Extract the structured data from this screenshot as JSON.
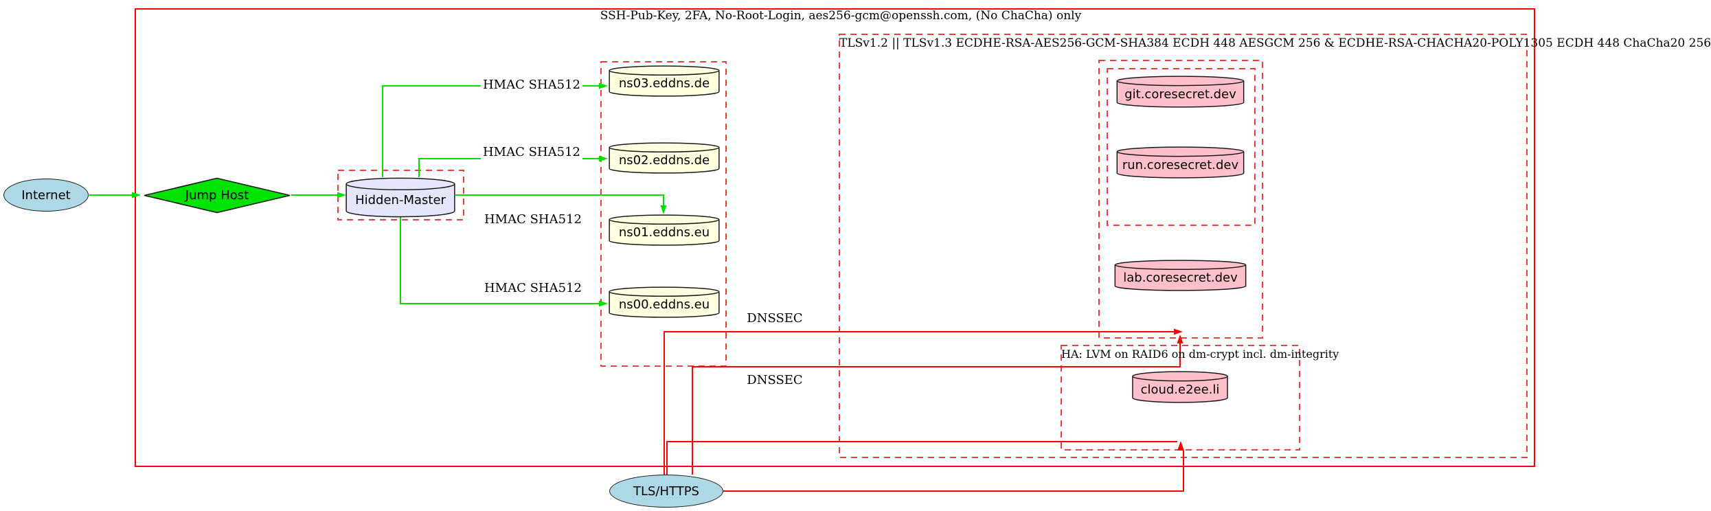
{
  "diagram": {
    "clusters": {
      "ssh": {
        "label": "SSH-Pub-Key, 2FA, No-Root-Login, aes256-gcm@openssh.com, (No ChaCha) only"
      },
      "tls": {
        "label": "TLSv1.2 || TLSv1.3 ECDHE-RSA-AES256-GCM-SHA384 ECDH 448 AESGCM 256 & ECDHE-RSA-CHACHA20-POLY1305 ECDH 448 ChaCha20 256"
      },
      "ha": {
        "label": "HA: LVM on RAID6 on dm-crypt incl. dm-integrity"
      }
    },
    "nodes": {
      "internet": {
        "label": "Internet",
        "shape": "ellipse",
        "fill": "lightblue"
      },
      "jump_host": {
        "label": "Jump Host",
        "shape": "diamond",
        "fill": "green"
      },
      "hidden_master": {
        "label": "Hidden-Master",
        "shape": "cylinder",
        "fill": "lavender"
      },
      "ns03": {
        "label": "ns03.eddns.de",
        "shape": "cylinder",
        "fill": "lightyellow"
      },
      "ns02": {
        "label": "ns02.eddns.de",
        "shape": "cylinder",
        "fill": "lightyellow"
      },
      "ns01": {
        "label": "ns01.eddns.eu",
        "shape": "cylinder",
        "fill": "lightyellow"
      },
      "ns00": {
        "label": "ns00.eddns.eu",
        "shape": "cylinder",
        "fill": "lightyellow"
      },
      "git": {
        "label": "git.coresecret.dev",
        "shape": "cylinder",
        "fill": "pink"
      },
      "run": {
        "label": "run.coresecret.dev",
        "shape": "cylinder",
        "fill": "pink"
      },
      "lab": {
        "label": "lab.coresecret.dev",
        "shape": "cylinder",
        "fill": "pink"
      },
      "cloud": {
        "label": "cloud.e2ee.li",
        "shape": "cylinder",
        "fill": "pink"
      },
      "tls_https": {
        "label": "TLS/HTTPS",
        "shape": "ellipse",
        "fill": "lightblue"
      }
    },
    "edge_labels": {
      "hmac": [
        "HMAC SHA512",
        "HMAC SHA512",
        "HMAC SHA512",
        "HMAC SHA512"
      ],
      "dnssec": [
        "DNSSEC",
        "DNSSEC"
      ]
    },
    "colors": {
      "red_solid": "#FF0000",
      "red_dash": "#F23B3B",
      "green_edge": "#00DF00",
      "green_fill": "#00E302",
      "lightblue": "#ADD8E6",
      "lavender": "#E6E6FA",
      "lightyellow": "#FFFFE0",
      "pink": "#FFC0CB",
      "node_border": "#1A1A1A"
    }
  }
}
